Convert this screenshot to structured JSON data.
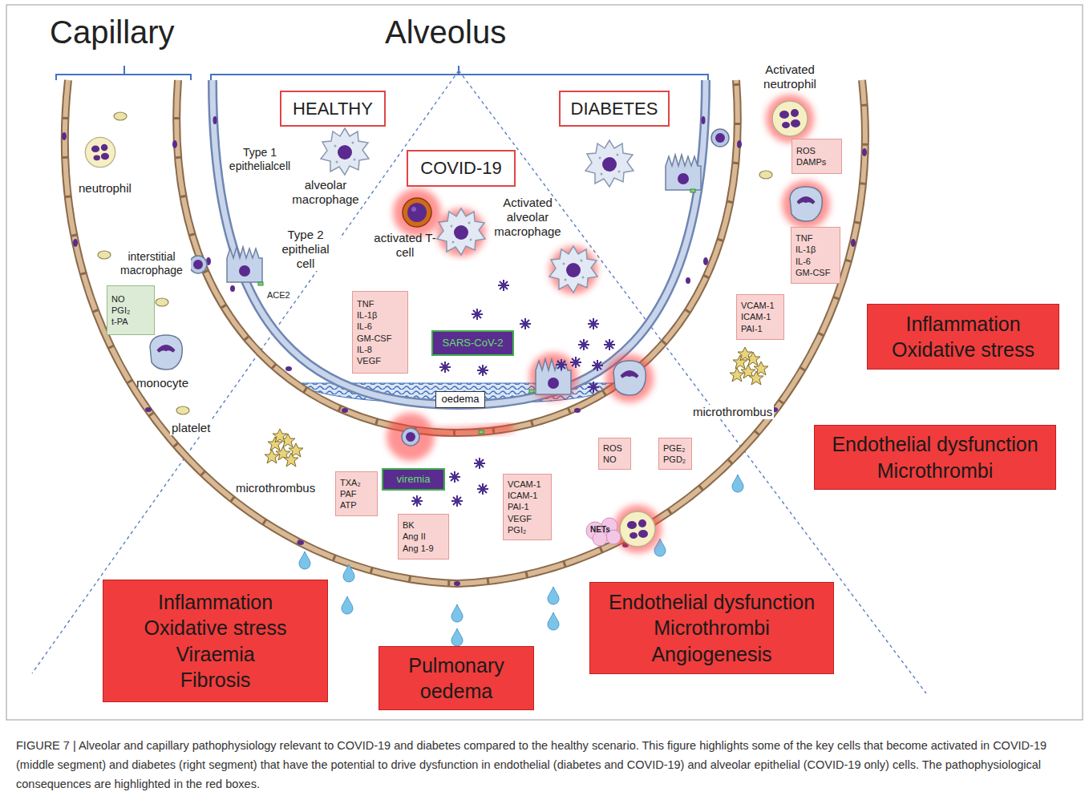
{
  "diagram": {
    "caption": "FIGURE 7 | Alveolar and capillary pathophysiology relevant to COVID-19 and diabetes compared to the healthy scenario. This figure highlights some of the key cells that become activated in COVID-19 (middle segment) and diabetes (right segment) that have the potential to drive dysfunction in endothelial (diabetes and COVID-19) and alveolar epithelial (COVID-19 only) cells. The pathophysiological consequences are highlighted in the red boxes.",
    "nodes": [
      {
        "text": [
          "HEALTHY"
        ]
      },
      {
        "text": [
          "DIABETES"
        ]
      },
      {
        "text": [
          "COVID-19"
        ]
      },
      {
        "text": [
          "ROS",
          "DAMPs"
        ]
      },
      {
        "text": [
          "TNF",
          "IL-1β",
          "IL-6",
          "GM-CSF"
        ]
      },
      {
        "text": [
          "NO",
          "PGI₂",
          "t-PA"
        ]
      },
      {
        "text": [
          "TNF",
          "IL-1β",
          "IL-6",
          "GM-CSF",
          "IL-8",
          "VEGF"
        ]
      },
      {
        "text": [
          "SARS-CoV-2"
        ]
      },
      {
        "text": [
          "VCAM-1",
          "ICAM-1",
          "PAI-1"
        ]
      },
      {
        "text": [
          "Inflammation",
          "Oxidative stress"
        ]
      },
      {
        "text": [
          "oedema"
        ]
      },
      {
        "text": [
          "ROS",
          "NO"
        ]
      },
      {
        "text": [
          "PGE₂",
          "PGD₂"
        ]
      },
      {
        "text": [
          "Endothelial dysfunction",
          "Microthrombi"
        ]
      },
      {
        "text": [
          "TXA₂",
          "PAF",
          "ATP"
        ]
      },
      {
        "text": [
          "viremia"
        ]
      },
      {
        "text": [
          "VCAM-1",
          "ICAM-1",
          "PAI-1",
          "VEGF",
          "PGI₂"
        ]
      },
      {
        "text": [
          "BK",
          "Ang II",
          "Ang 1-9"
        ]
      },
      {
        "text": [
          "Inflammation",
          "Oxidative stress",
          "Viraemia",
          "Fibrosis"
        ]
      },
      {
        "text": [
          "Endothelial dysfunction",
          "Microthrombi",
          "Angiogenesis"
        ]
      },
      {
        "text": [
          "Pulmonary",
          "oedema"
        ]
      }
    ],
    "labels": [
      "Capillary",
      "Alveolus",
      "Activated neutrophil",
      "Type 1 epithelialcell",
      "neutrophil",
      "alveolar macrophage",
      "Type 2 epithelial cell",
      "activated T-cell",
      "Activated alveolar macrophage",
      "interstitial macrophage",
      "ACE2",
      "monocyte",
      "microthrombus",
      "platelet",
      "microthrombus",
      "NETs"
    ]
  }
}
